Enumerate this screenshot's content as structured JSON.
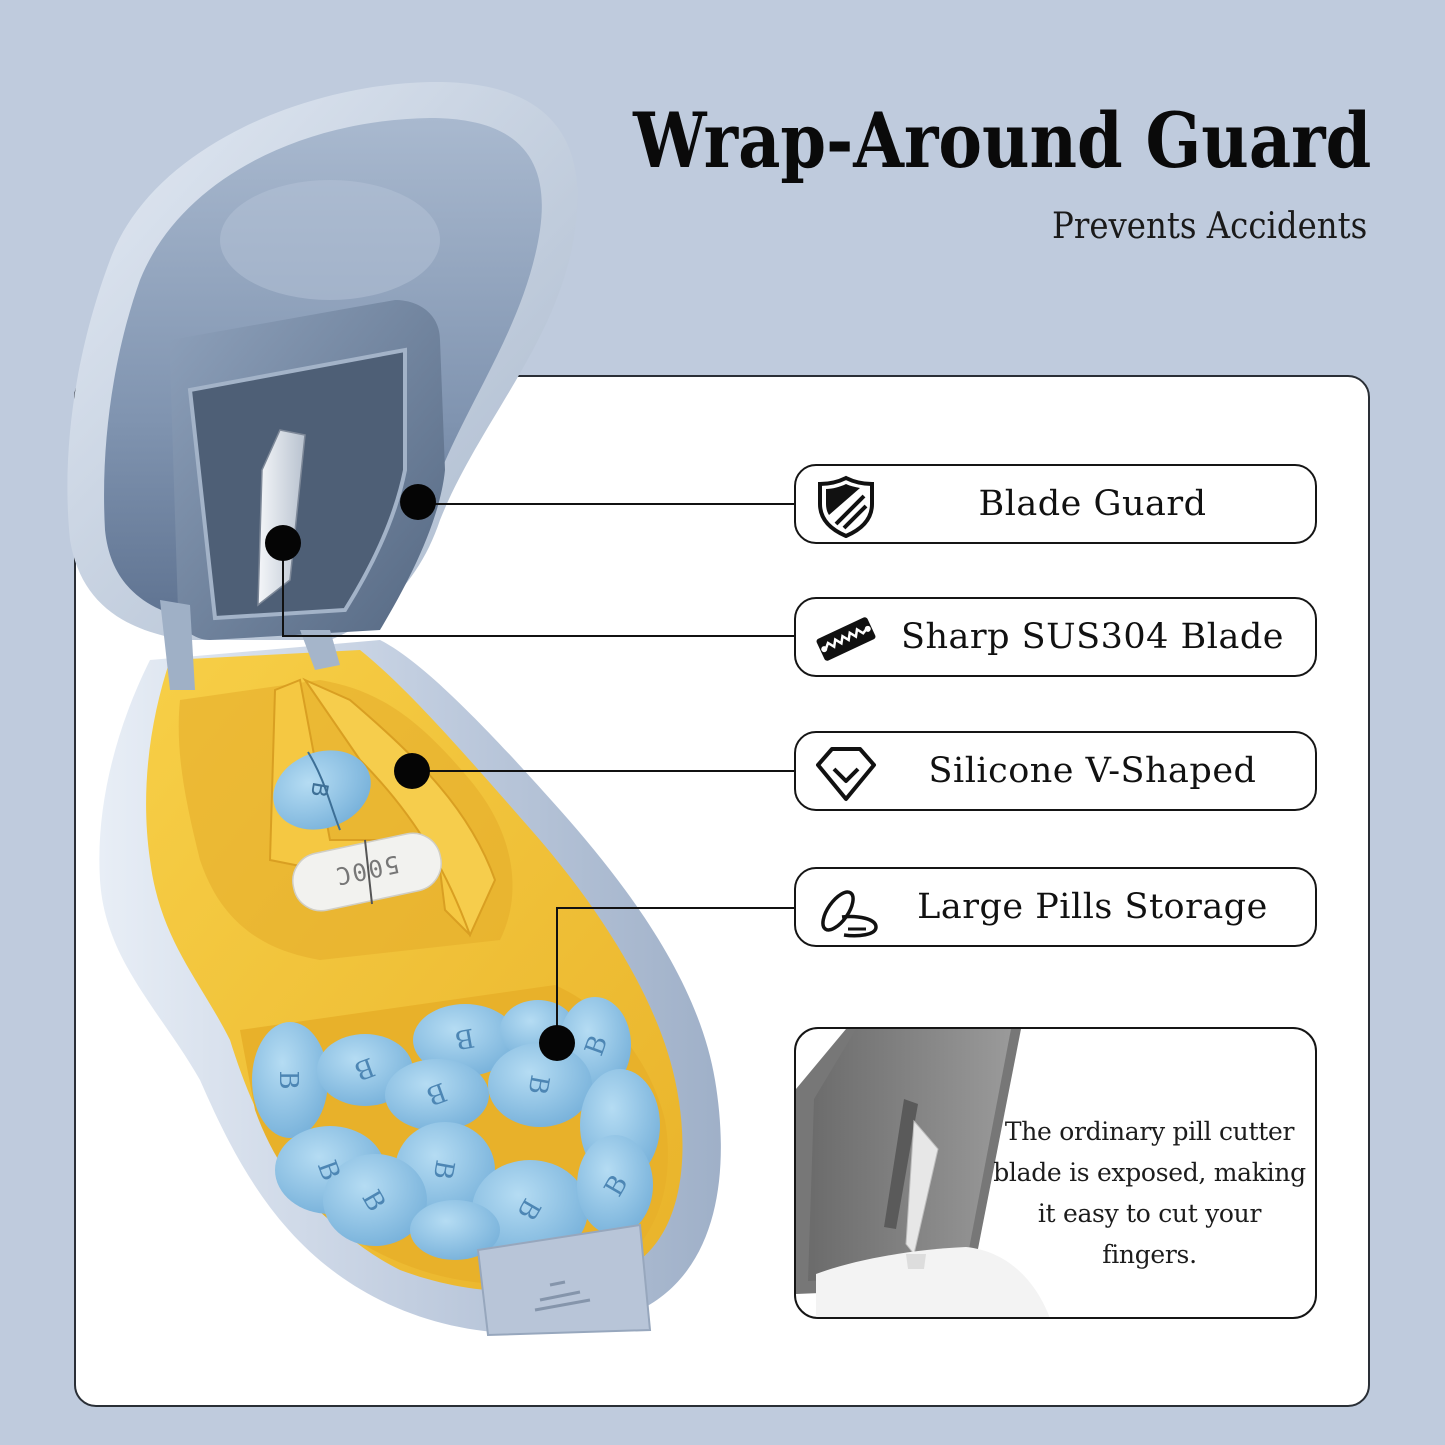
{
  "header": {
    "title": "Wrap-Around Guard",
    "subtitle": "Prevents Accidents"
  },
  "features": [
    {
      "label": "Blade Guard",
      "icon": "shield-icon"
    },
    {
      "label": "Sharp SUS304 Blade",
      "icon": "razor-blade-icon"
    },
    {
      "label": "Silicone V-Shaped",
      "icon": "diamond-v-icon"
    },
    {
      "label": "Large Pills Storage",
      "icon": "pills-icon"
    }
  ],
  "comparison": {
    "text": "The ordinary pill cutter blade is exposed, making it easy to cut your fingers.",
    "image": "ordinary-pill-cutter-exposed-blade"
  },
  "product": {
    "name": "pill cutter with wrap-around guard",
    "pill_markings": [
      "B",
      "500C"
    ],
    "colors": {
      "background": "#bfcbdd",
      "body_shell": "#c6d2e4",
      "lid_inner": "#7f93ae",
      "tray_yellow": "#f3c63b",
      "pill_blue": "#8cc3e6",
      "panel": "#ffffff",
      "outline": "#151515"
    }
  }
}
